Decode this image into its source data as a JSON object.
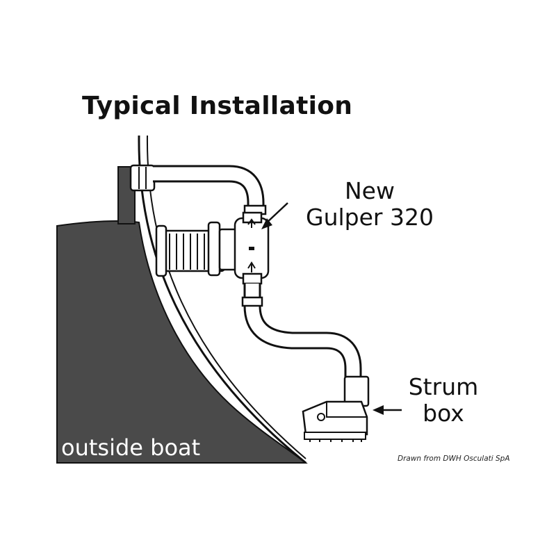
{
  "title": "Typical Installation",
  "labels": {
    "pump_line1": "New",
    "pump_line2": "Gulper 320",
    "strum_line1": "Strum",
    "strum_line2": "box",
    "outside": "outside boat"
  },
  "credit": "Drawn from DWH Osculati SpA",
  "colors": {
    "hull": "#4a4a4a",
    "line": "#111111",
    "background": "#ffffff"
  }
}
